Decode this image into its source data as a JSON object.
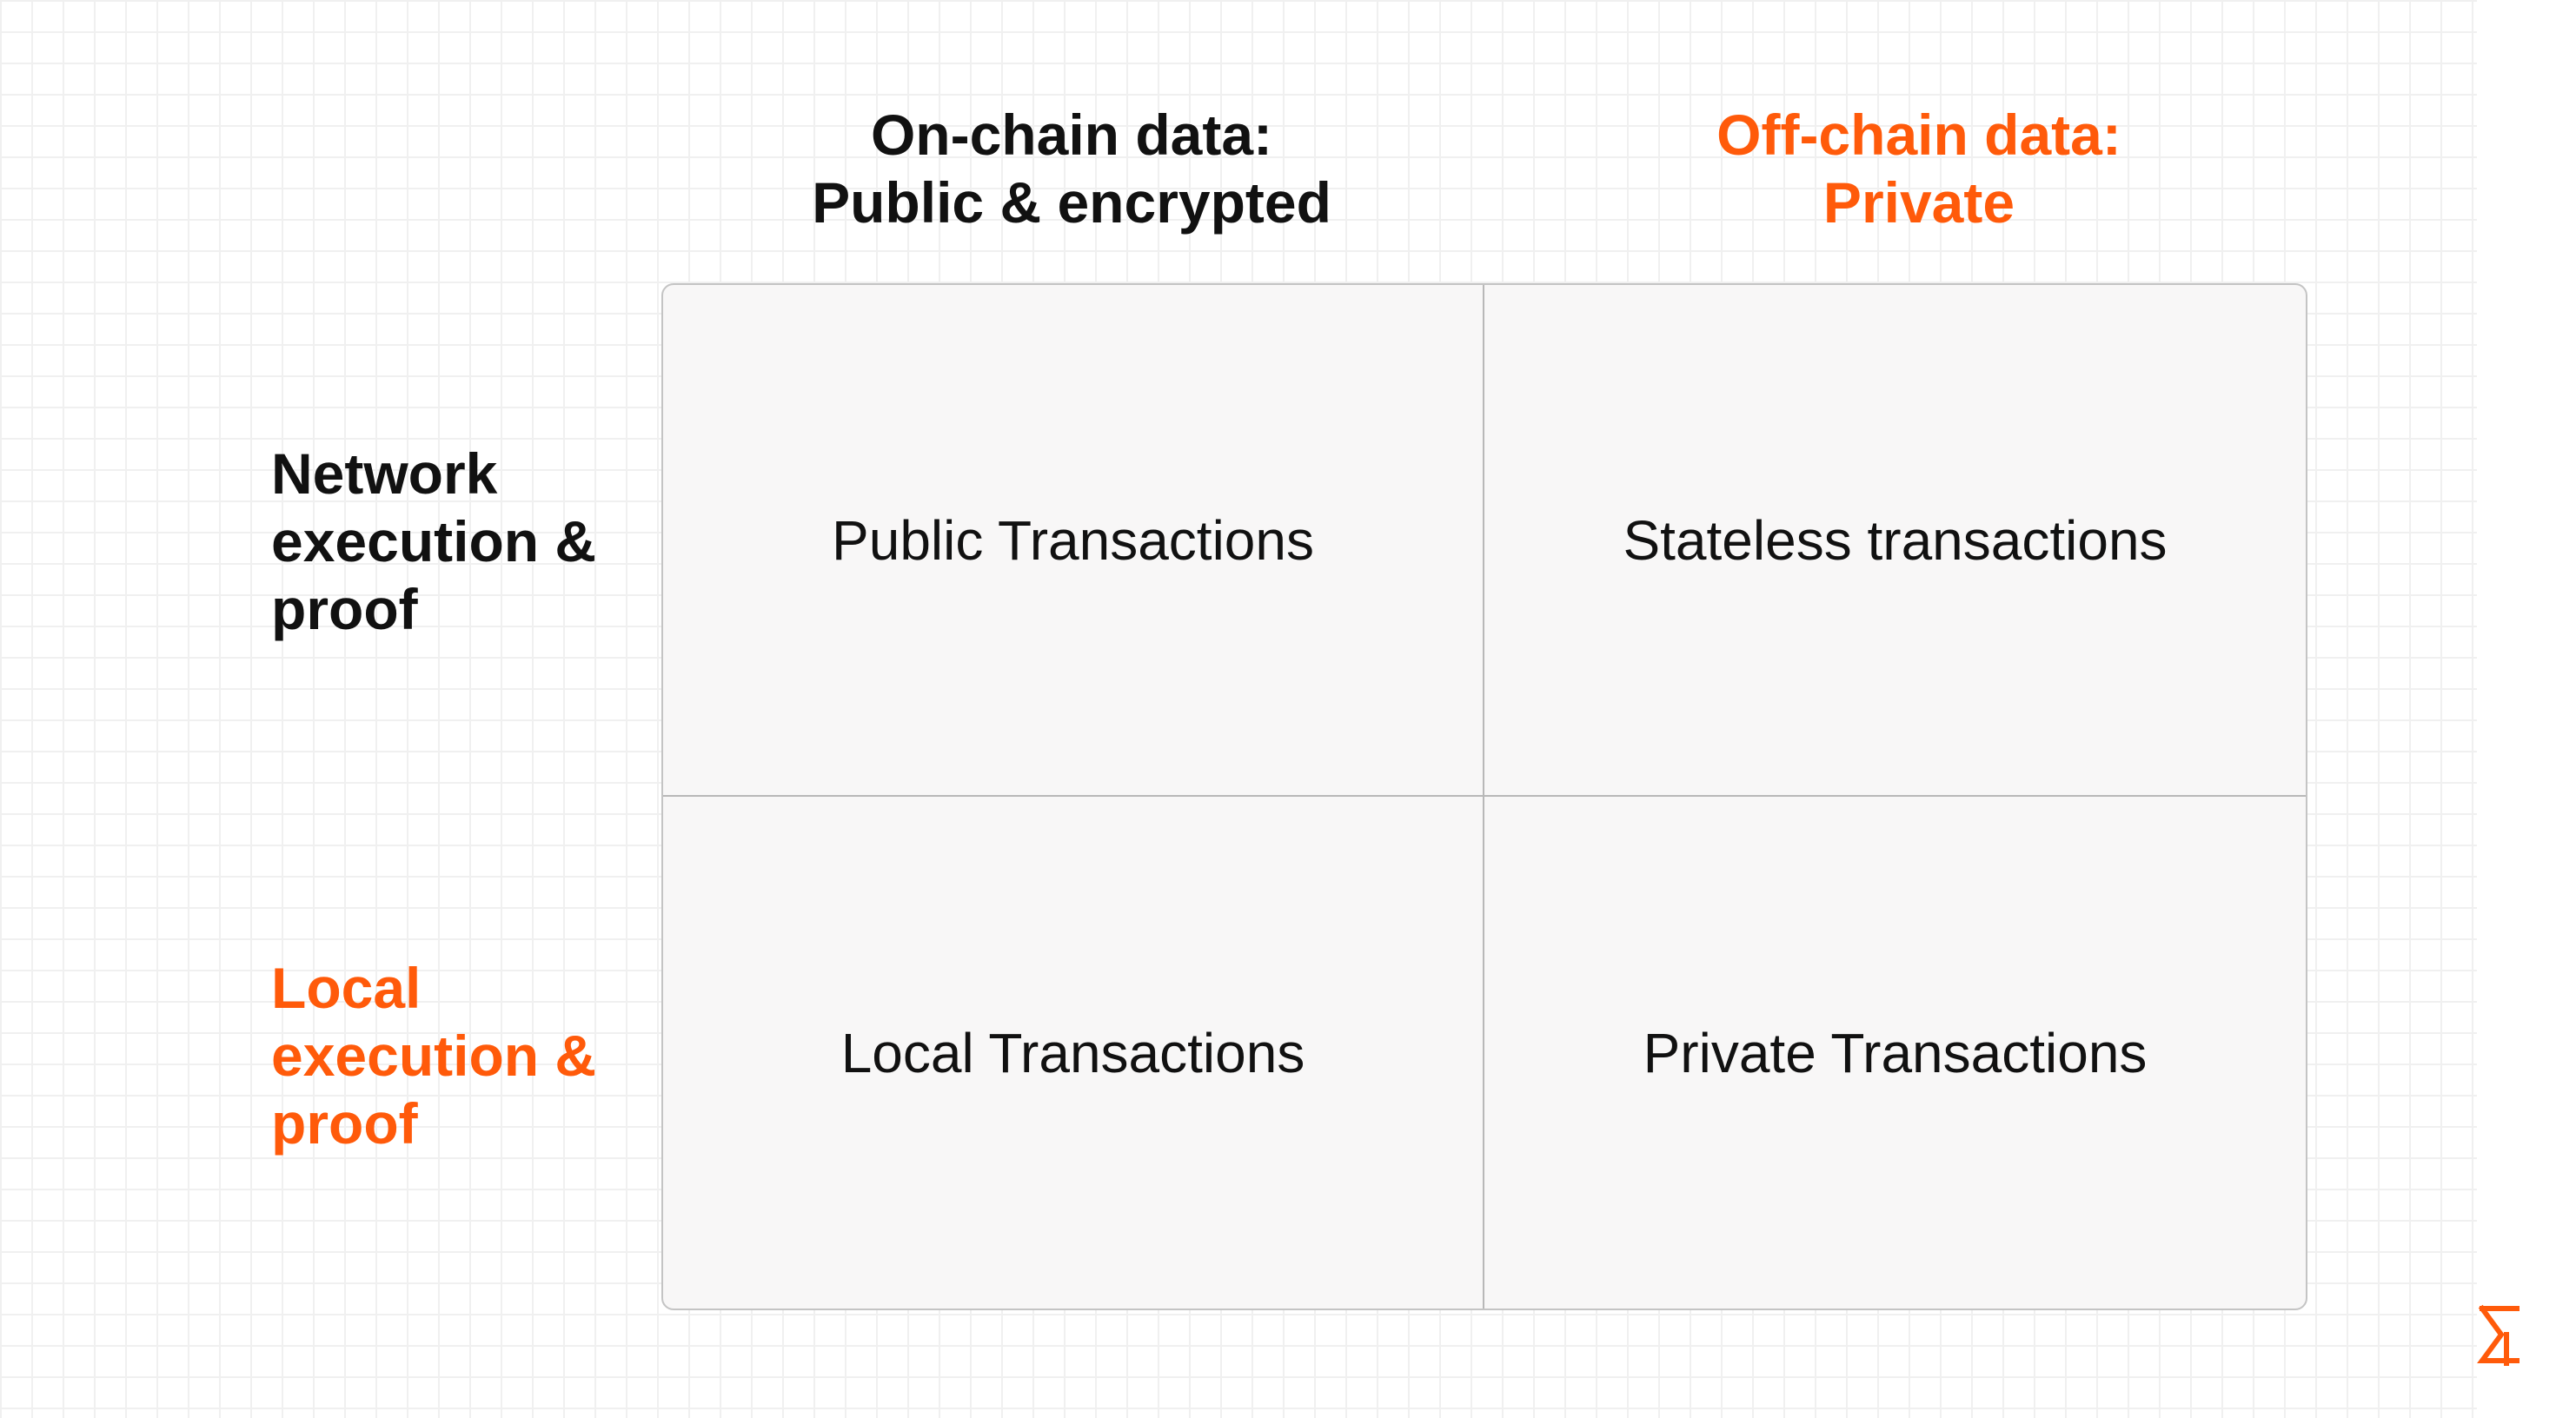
{
  "columns": [
    {
      "line1": "On-chain data:",
      "line2": "Public & encrypted"
    },
    {
      "line1": "Off-chain data:",
      "line2": "Private"
    }
  ],
  "rows": [
    {
      "line1": "Network",
      "line2": "execution &",
      "line3": "proof"
    },
    {
      "line1": "Local",
      "line2": "execution &",
      "line3": "proof"
    }
  ],
  "cells": [
    "Public Transactions",
    "Stateless transactions",
    "Local Transactions",
    "Private Transactions"
  ],
  "colors": {
    "accent": "#ff5a0a",
    "text": "#111111",
    "cell_bg": "#f8f7f7"
  },
  "icons": {
    "logo": "sigma-logo-icon"
  }
}
